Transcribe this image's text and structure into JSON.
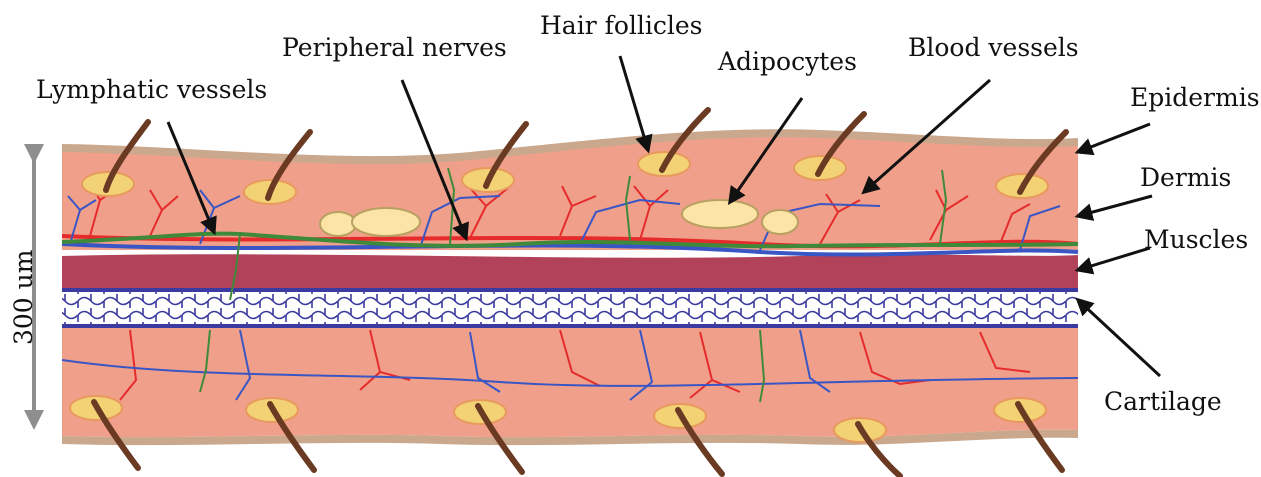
{
  "labels": {
    "lymphatic_vessels": "Lymphatic vessels",
    "peripheral_nerves": "Peripheral nerves",
    "hair_follicles": "Hair follicles",
    "adipocytes": "Adipocytes",
    "blood_vessels": "Blood vessels",
    "epidermis": "Epidermis",
    "dermis": "Dermis",
    "muscles": "Muscles",
    "cartilage": "Cartilage",
    "scale": "300 um"
  },
  "colors": {
    "epidermis": "#c9a88d",
    "dermis": "#f0a08a",
    "muscle": "#b2425a",
    "cartilage_outline": "#3a3aa0",
    "blood_vessel": "#e52b2b",
    "lymph_vessel": "#3a56c4",
    "nerve": "#3e8a3a",
    "follicle": "#f3d175",
    "hair": "#6b3a22",
    "adipocyte": "#fbe4a6",
    "scale_arrow": "#8e8e8e"
  },
  "icons": {
    "arrow": "arrow-icon",
    "scale": "double-arrow-icon"
  }
}
